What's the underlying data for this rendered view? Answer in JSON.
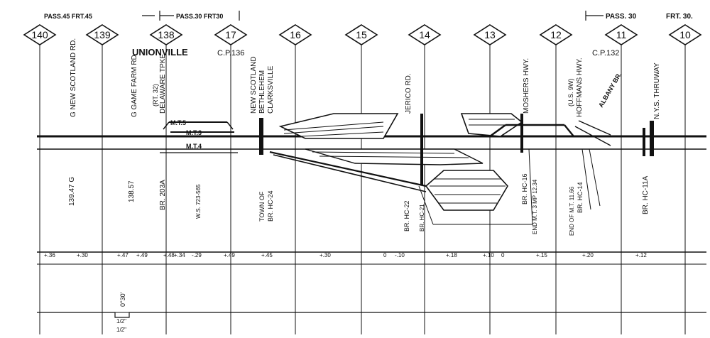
{
  "speed_limits": {
    "left": "PASS.45  FRT.45",
    "middle": "PASS.30 FRT30",
    "right_pass": "PASS. 30",
    "right_frt": "FRT. 30."
  },
  "mileposts": [
    "140",
    "139",
    "138",
    "17",
    "16",
    "15",
    "14",
    "13",
    "12",
    "11",
    "10"
  ],
  "stations": {
    "unionville": "UNIONVILLE",
    "cp136": "C.P.136",
    "cp132": "C.P.132"
  },
  "tracks": {
    "mt3": "M.T.3",
    "mt4": "M.T.4",
    "mt5": "M.T.5"
  },
  "vertical_labels": [
    "G NEW SCOTLAND RD.",
    "139.47 G",
    "G GAME FARM RD",
    "138.57",
    "(RT. 32)",
    "DELAWARE TPKE",
    "BR. 203A",
    "W.S. 723-565",
    "NEW SCOTLAND",
    "BETHLEHEM",
    "CLARKSVILLE",
    "TOWN OF",
    "BR. HC-24",
    "JERICO RD.",
    "BR. HC-22",
    "BR. HC-21",
    "MOSHERS HWY.",
    "BR. HC-16",
    "END M.T. 3  MP 12.34",
    "(U.S. 9W)",
    "HOFFMANS HWY.",
    "END OF M.T. 11.66",
    "BR. HC-14",
    "ALBANY BR.",
    "N.Y.S. THRUWAY",
    "BR. HC-11A"
  ],
  "grade_values": [
    "+.36",
    "+.30",
    "+.47",
    "+.49",
    "+.48",
    "+.34",
    "-.29",
    "+.49",
    "+.45",
    "+.30",
    "0",
    "-.10",
    "+.18",
    "+.10",
    "0",
    "+.15",
    "+.20",
    "+.12"
  ],
  "curve_label": "0°30'",
  "curve_elev": "1/2\""
}
